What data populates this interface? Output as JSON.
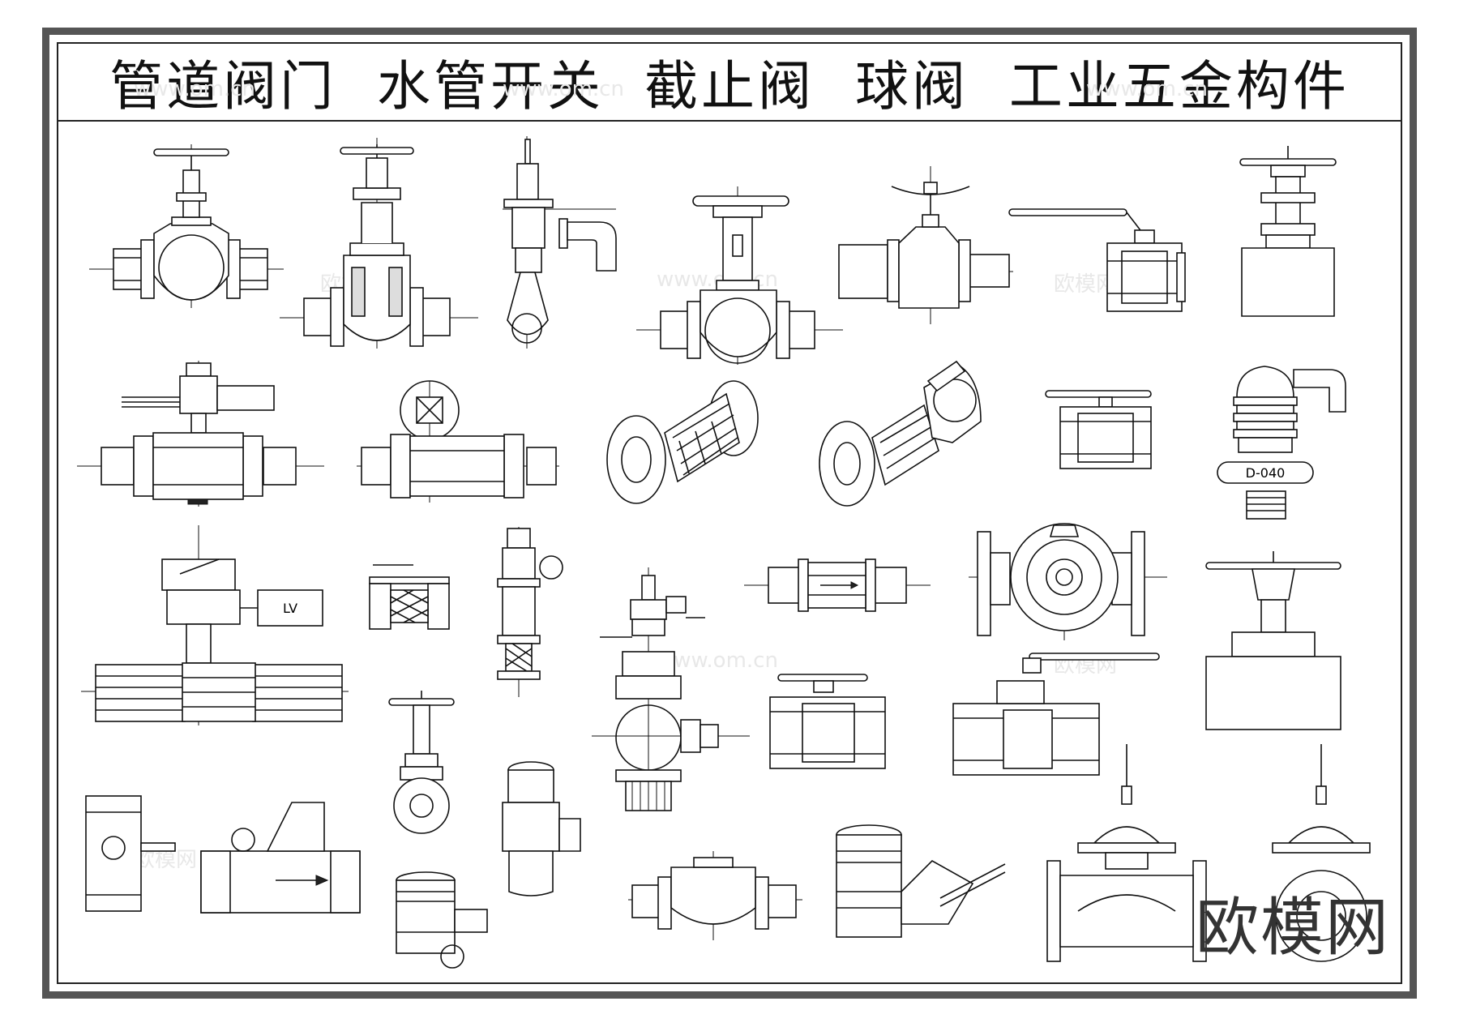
{
  "title": "管道阀门  水管开关  截止阀  球阀  工业五金构件",
  "labels": {
    "plate_d040": "D-040",
    "level_valve": "LV"
  },
  "watermark": {
    "brand": "欧模网",
    "url": "www.om.cn"
  },
  "colors": {
    "frame": "#555555",
    "line": "#111111",
    "background": "#ffffff"
  }
}
